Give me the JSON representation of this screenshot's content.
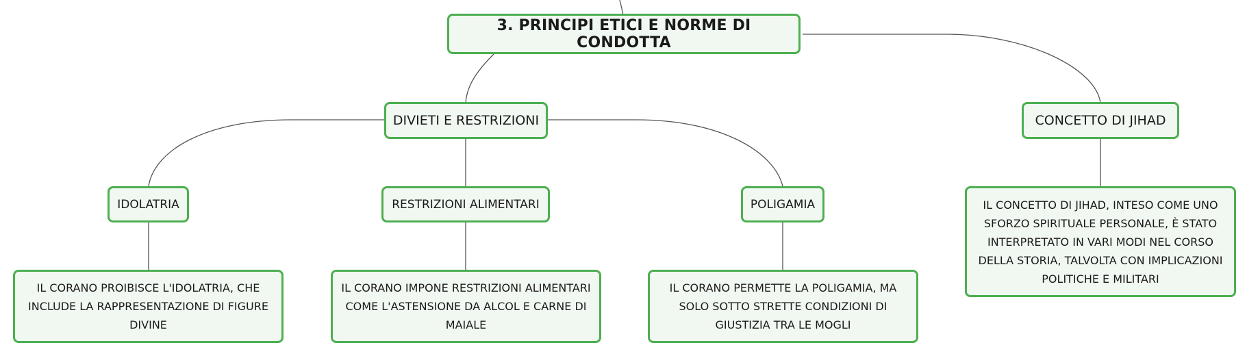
{
  "colors": {
    "node_border": "#4caf50",
    "node_fill": "#f1f8f1",
    "connector": "#555555",
    "text": "#1a1a1a"
  },
  "nodes": {
    "root": "3. PRINCIPI ETICI E NORME DI CONDOTTA",
    "divieti": "DIVIETI E RESTRIZIONI",
    "jihad": "CONCETTO DI JIHAD",
    "idolatria": "IDOLATRIA",
    "alimentari": "RESTRIZIONI ALIMENTARI",
    "poligamia": "POLIGAMIA",
    "idolatria_desc": "IL CORANO PROIBISCE L'IDOLATRIA, CHE INCLUDE LA RAPPRESENTAZIONE DI FIGURE DIVINE",
    "alimentari_desc": "IL CORANO IMPONE RESTRIZIONI ALIMENTARI COME L'ASTENSIONE DA ALCOL E CARNE DI MAIALE",
    "poligamia_desc": "IL CORANO PERMETTE LA POLIGAMIA, MA SOLO SOTTO STRETTE CONDIZIONI DI GIUSTIZIA TRA LE MOGLI",
    "jihad_desc": "IL CONCETTO DI JIHAD, INTESO COME UNO SFORZO SPIRITUALE PERSONALE, È STATO INTERPRETATO IN VARI MODI NEL CORSO DELLA STORIA, TALVOLTA CON IMPLICAZIONI POLITICHE E MILITARI"
  }
}
